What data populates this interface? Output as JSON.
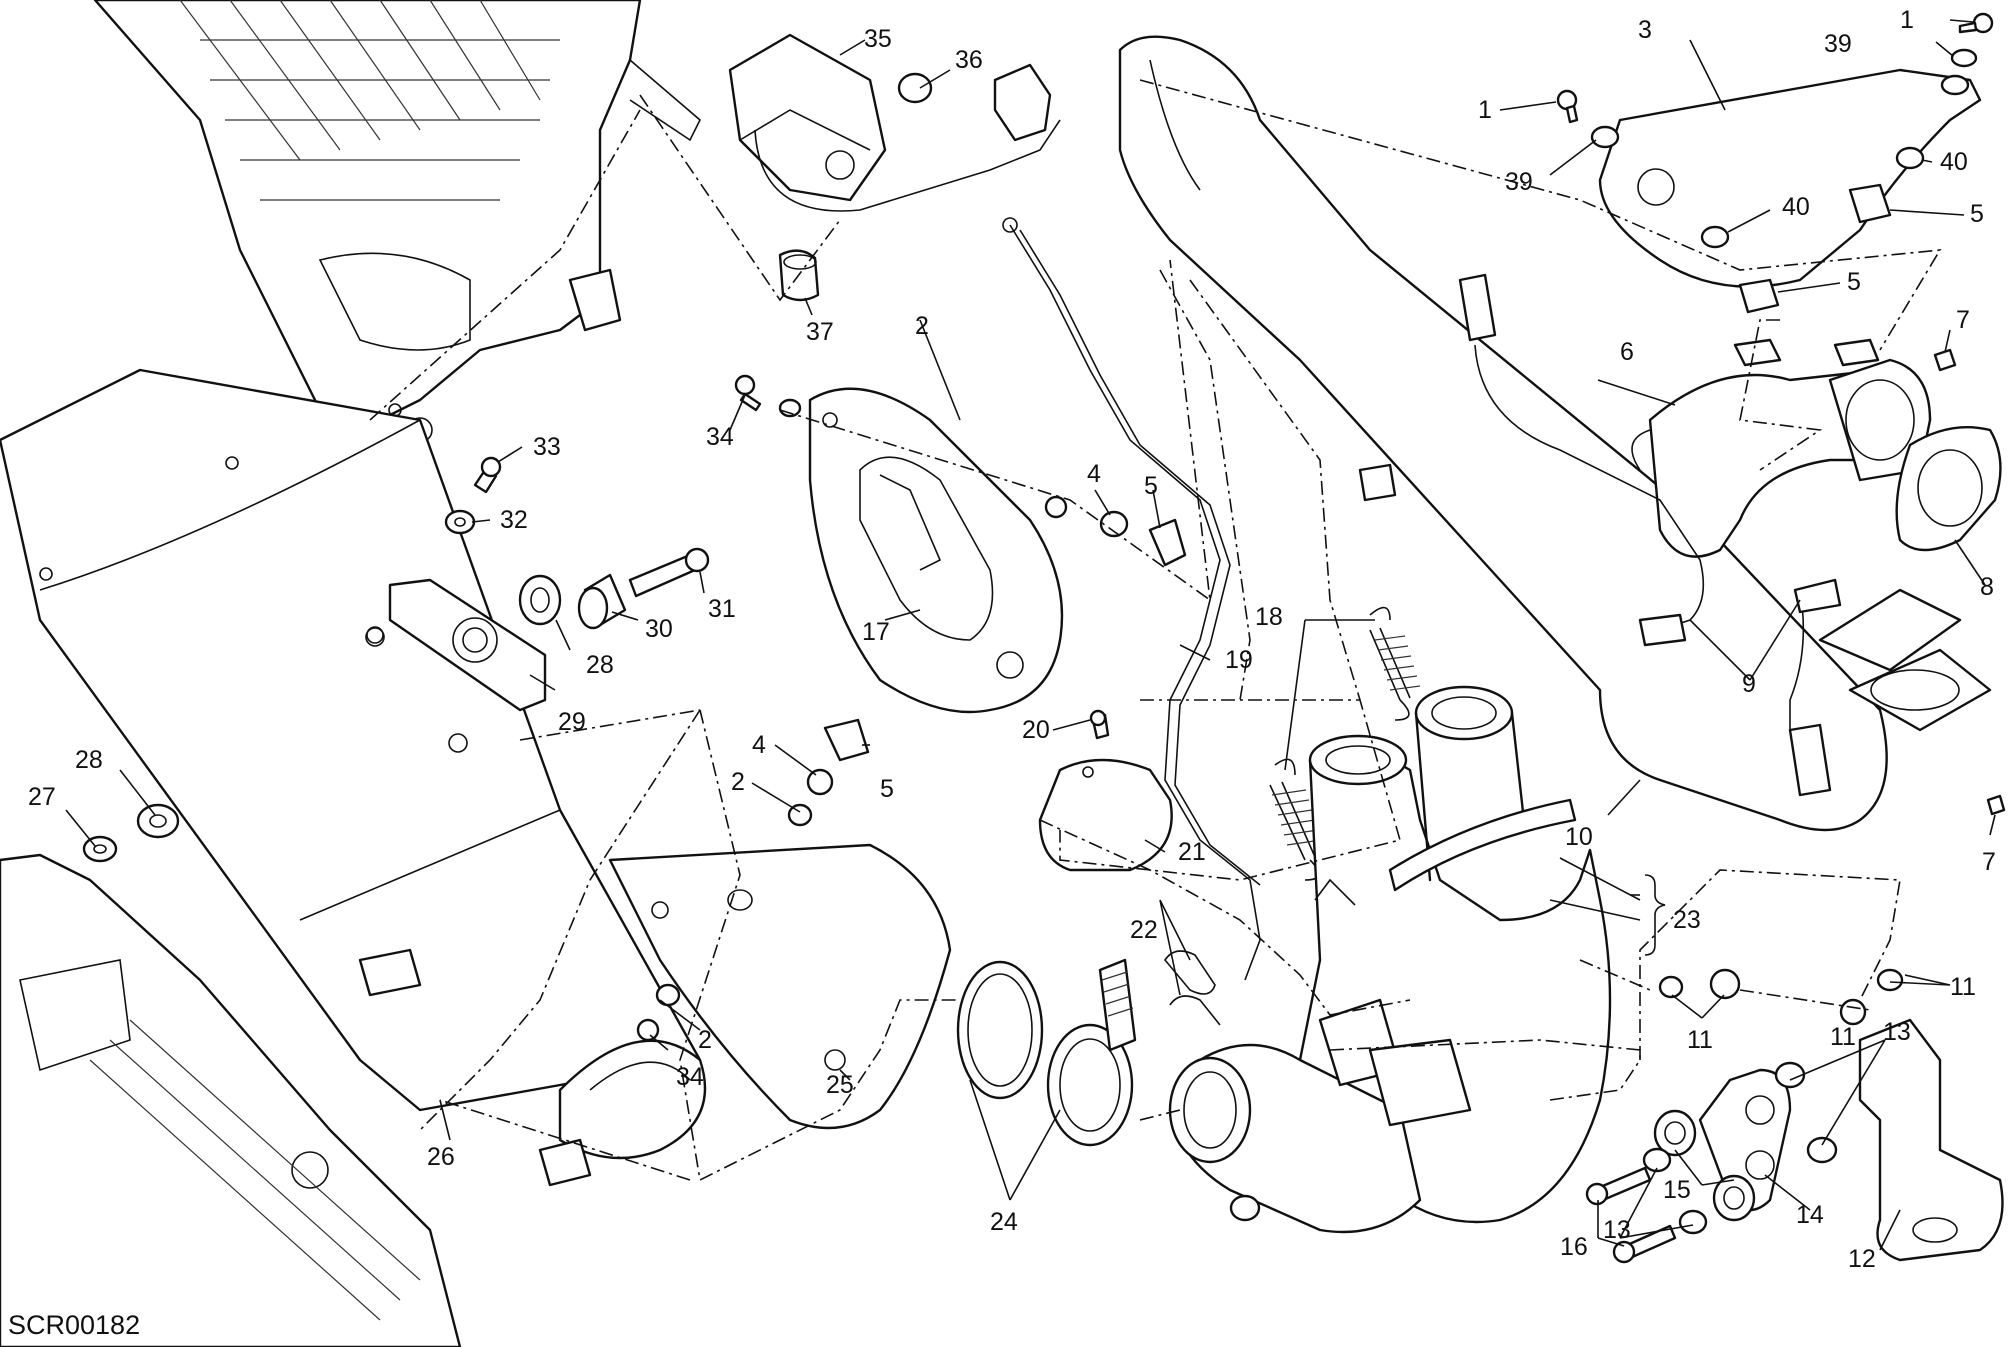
{
  "diagram_code": "SCR00182",
  "callouts": [
    "1",
    "39",
    "3",
    "1",
    "39",
    "40",
    "40",
    "5",
    "5",
    "6",
    "7",
    "8",
    "9",
    "10",
    "7",
    "11",
    "11",
    "11",
    "13",
    "12",
    "14",
    "15",
    "13",
    "16",
    "35",
    "36",
    "37",
    "2",
    "34",
    "4",
    "5",
    "17",
    "18",
    "19",
    "20",
    "21",
    "22",
    "23",
    "24",
    "25",
    "26",
    "27",
    "28",
    "29",
    "28",
    "30",
    "31",
    "32",
    "33",
    "2",
    "4",
    "5",
    "2",
    "34"
  ]
}
